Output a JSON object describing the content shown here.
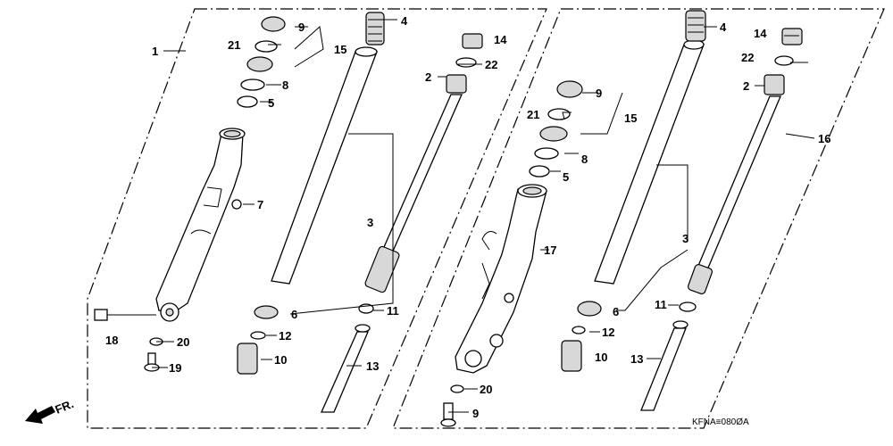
{
  "callouts_left": [
    {
      "key": "l1",
      "text": "1"
    },
    {
      "key": "l9",
      "text": "9"
    },
    {
      "key": "l21",
      "text": "21"
    },
    {
      "key": "l15",
      "text": "15"
    },
    {
      "key": "l8",
      "text": "8"
    },
    {
      "key": "l5",
      "text": "5"
    },
    {
      "key": "l7",
      "text": "7"
    },
    {
      "key": "l4",
      "text": "4"
    },
    {
      "key": "l3",
      "text": "3"
    },
    {
      "key": "l6",
      "text": "6"
    },
    {
      "key": "l14",
      "text": "14"
    },
    {
      "key": "l2",
      "text": "2"
    },
    {
      "key": "l22",
      "text": "22"
    },
    {
      "key": "l11",
      "text": "11"
    },
    {
      "key": "l12",
      "text": "12"
    },
    {
      "key": "l10",
      "text": "10"
    },
    {
      "key": "l13",
      "text": "13"
    },
    {
      "key": "l18",
      "text": "18"
    },
    {
      "key": "l20",
      "text": "20"
    },
    {
      "key": "l19",
      "text": "19"
    }
  ],
  "callouts_right": [
    {
      "key": "r4",
      "text": "4"
    },
    {
      "key": "r14",
      "text": "14"
    },
    {
      "key": "r22",
      "text": "22"
    },
    {
      "key": "r2",
      "text": "2"
    },
    {
      "key": "r9",
      "text": "9"
    },
    {
      "key": "r21",
      "text": "21"
    },
    {
      "key": "r15",
      "text": "15"
    },
    {
      "key": "r8",
      "text": "8"
    },
    {
      "key": "r5",
      "text": "5"
    },
    {
      "key": "r16",
      "text": "16"
    },
    {
      "key": "r3",
      "text": "3"
    },
    {
      "key": "r17",
      "text": "17"
    },
    {
      "key": "r6",
      "text": "6"
    },
    {
      "key": "r11",
      "text": "11"
    },
    {
      "key": "r12",
      "text": "12"
    },
    {
      "key": "r10",
      "text": "10"
    },
    {
      "key": "r13",
      "text": "13"
    },
    {
      "key": "r20",
      "text": "20"
    },
    {
      "key": "r9b",
      "text": "9"
    }
  ],
  "direction_label": "FR.",
  "diagram_code": "KFNA≡080ØA"
}
